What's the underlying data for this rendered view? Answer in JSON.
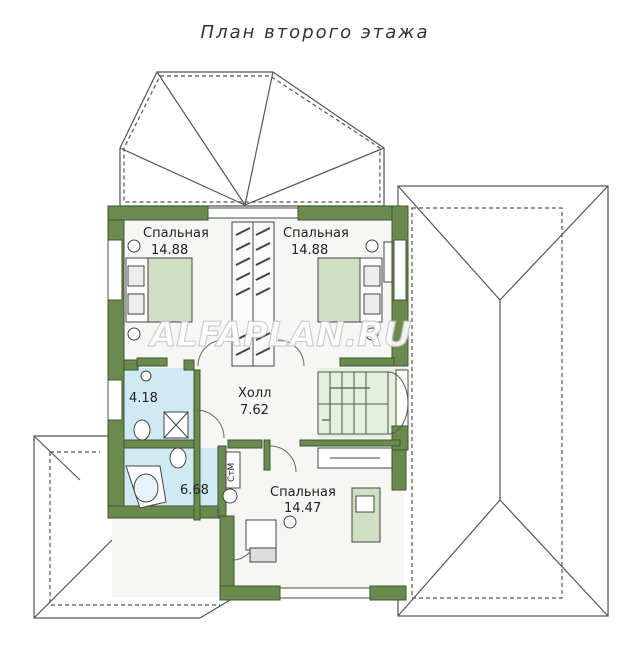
{
  "title": "План второго этажа",
  "watermark": "ALFAPLAN.RU",
  "rooms": {
    "bedroom_left": {
      "name": "Спальная",
      "area": "14.88"
    },
    "bedroom_right": {
      "name": "Спальная",
      "area": "14.88"
    },
    "hall": {
      "name": "Холл",
      "area": "7.62"
    },
    "bath_small": {
      "area": "4.18"
    },
    "bath_large": {
      "area": "6.68",
      "tag": "СтМ"
    },
    "bedroom_bottom": {
      "name": "Спальная",
      "area": "14.47"
    }
  },
  "colors": {
    "wall": "#6b8a4e",
    "wall_dark": "#4f6a37",
    "floor_bath": "#cfeaf5",
    "floor_stair": "#e3f0dc",
    "floor_room": "#f6f6f4"
  }
}
